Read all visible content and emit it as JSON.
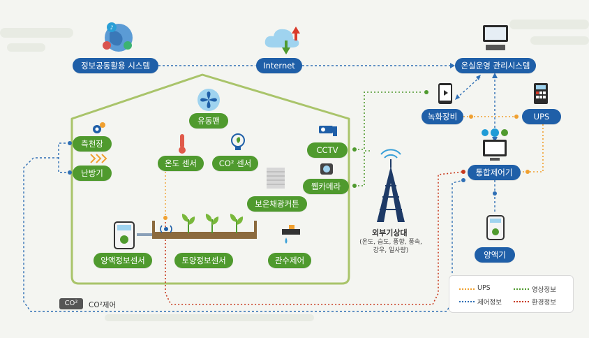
{
  "labels": {
    "info_system": "정보공동활용 시스템",
    "internet": "Internet",
    "greenhouse_mgmt": "온실운영 관리시스템",
    "fan": "유동팬",
    "skylight": "측천장",
    "heater": "난방기",
    "temp_sensor": "온도 센서",
    "co2_sensor": "CO² 센서",
    "cctv": "CCTV",
    "webcam": "웹카메라",
    "thermal_curtain": "보온채광커튼",
    "nutrient_sensor": "양액정보센서",
    "soil_sensor": "토양정보센서",
    "irrigation": "관수제어",
    "recorder": "녹화장비",
    "ups": "UPS",
    "controller": "통합제어기",
    "nutrient_machine": "양액기",
    "weather_station": "외부기상대",
    "weather_items_1": "(온도, 습도, 풍향, 풍속,",
    "weather_items_2": "강우, 일사량)",
    "co2_tag": "CO²",
    "co2_control": "CO²제어"
  },
  "legend": [
    {
      "label": "UPS",
      "color": "#f0a030"
    },
    {
      "label": "영상정보",
      "color": "#4f9a2e"
    },
    {
      "label": "제어정보",
      "color": "#2f6fb5"
    },
    {
      "label": "환경정보",
      "color": "#c83a1e"
    }
  ],
  "colors": {
    "blue_pill": "#1f5fa8",
    "green_pill": "#4f9a2e",
    "house_outline": "#a9c46a"
  }
}
